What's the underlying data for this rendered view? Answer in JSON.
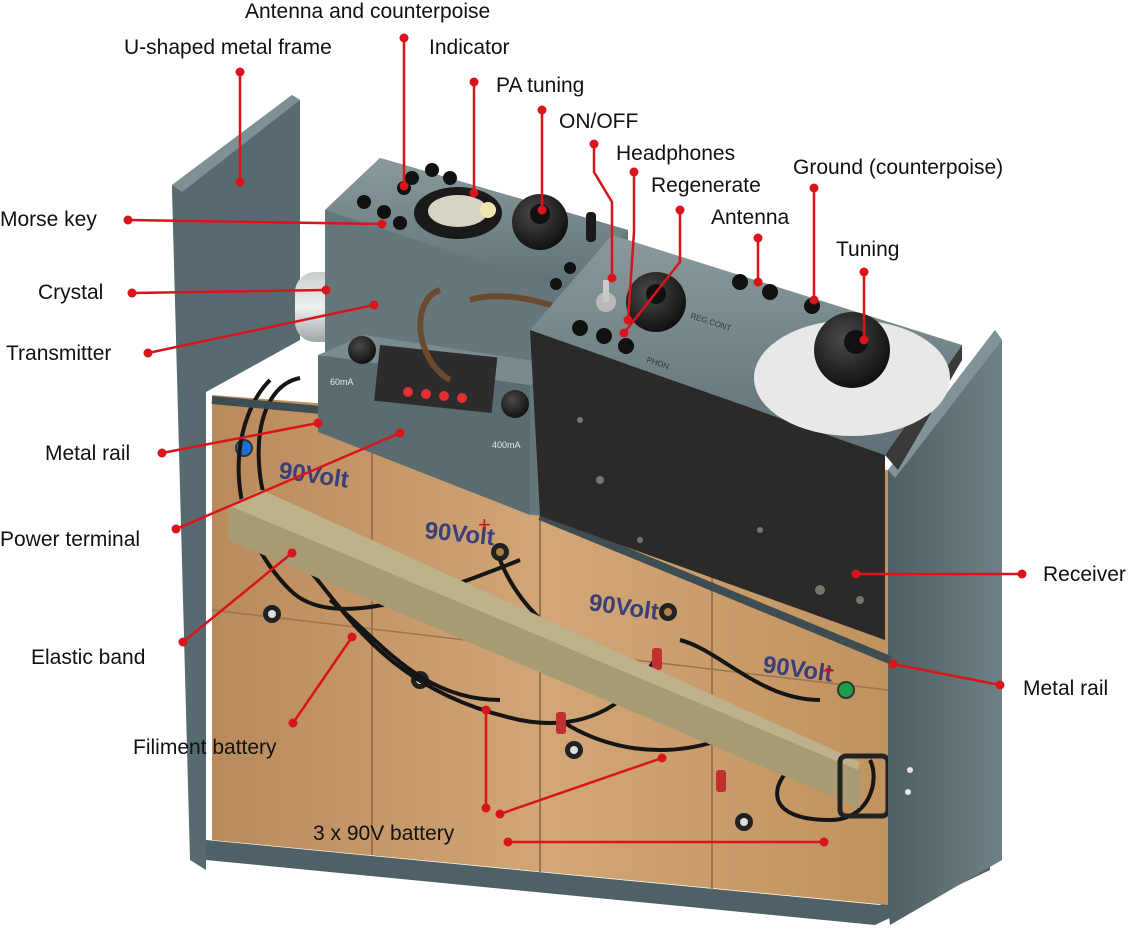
{
  "labels": {
    "antenna_counterpoise": "Antenna and counterpoise",
    "u_frame": "U-shaped metal frame",
    "indicator": "Indicator",
    "pa_tuning": "PA tuning",
    "on_off": "ON/OFF",
    "headphones": "Headphones",
    "regenerate": "Regenerate",
    "ground": "Ground (counterpoise)",
    "antenna": "Antenna",
    "tuning": "Tuning",
    "morse_key": "Morse key",
    "crystal": "Crystal",
    "transmitter": "Transmitter",
    "metal_rail_left": "Metal rail",
    "power_terminal": "Power terminal",
    "receiver": "Receiver",
    "metal_rail_right": "Metal rail",
    "elastic_band": "Elastic band",
    "filiment_battery": "Filiment battery",
    "battery_90v": "3 x 90V battery"
  },
  "panel_text": {
    "volt_1": "90Volt",
    "volt_2": "90Volt",
    "volt_3": "90Volt",
    "volt_4": "90Volt",
    "meter_60ma": "60mA",
    "meter_400ma": "400mA",
    "reg_cont": "REG.CONT",
    "phon": "PHON"
  },
  "colors": {
    "callout": "#d9141b",
    "frame": "#5c6d72",
    "panel": "#6d7e82",
    "receiver_plate": "#2b2a28",
    "battery": "#c89a6a",
    "band": "#a89a72"
  }
}
